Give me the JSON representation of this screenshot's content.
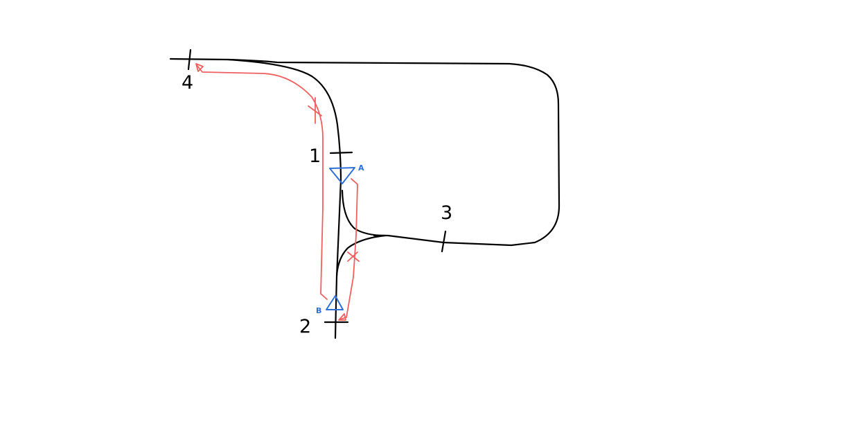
{
  "labels": {
    "point_1": "1",
    "point_2": "2",
    "point_3": "3",
    "point_4": "4"
  },
  "signals": {
    "a_label": "A",
    "b_label": "B"
  },
  "colors": {
    "track": "#000000",
    "route": "#ef5f5f",
    "signal": "#2f6fd8",
    "background": "#ffffff"
  }
}
